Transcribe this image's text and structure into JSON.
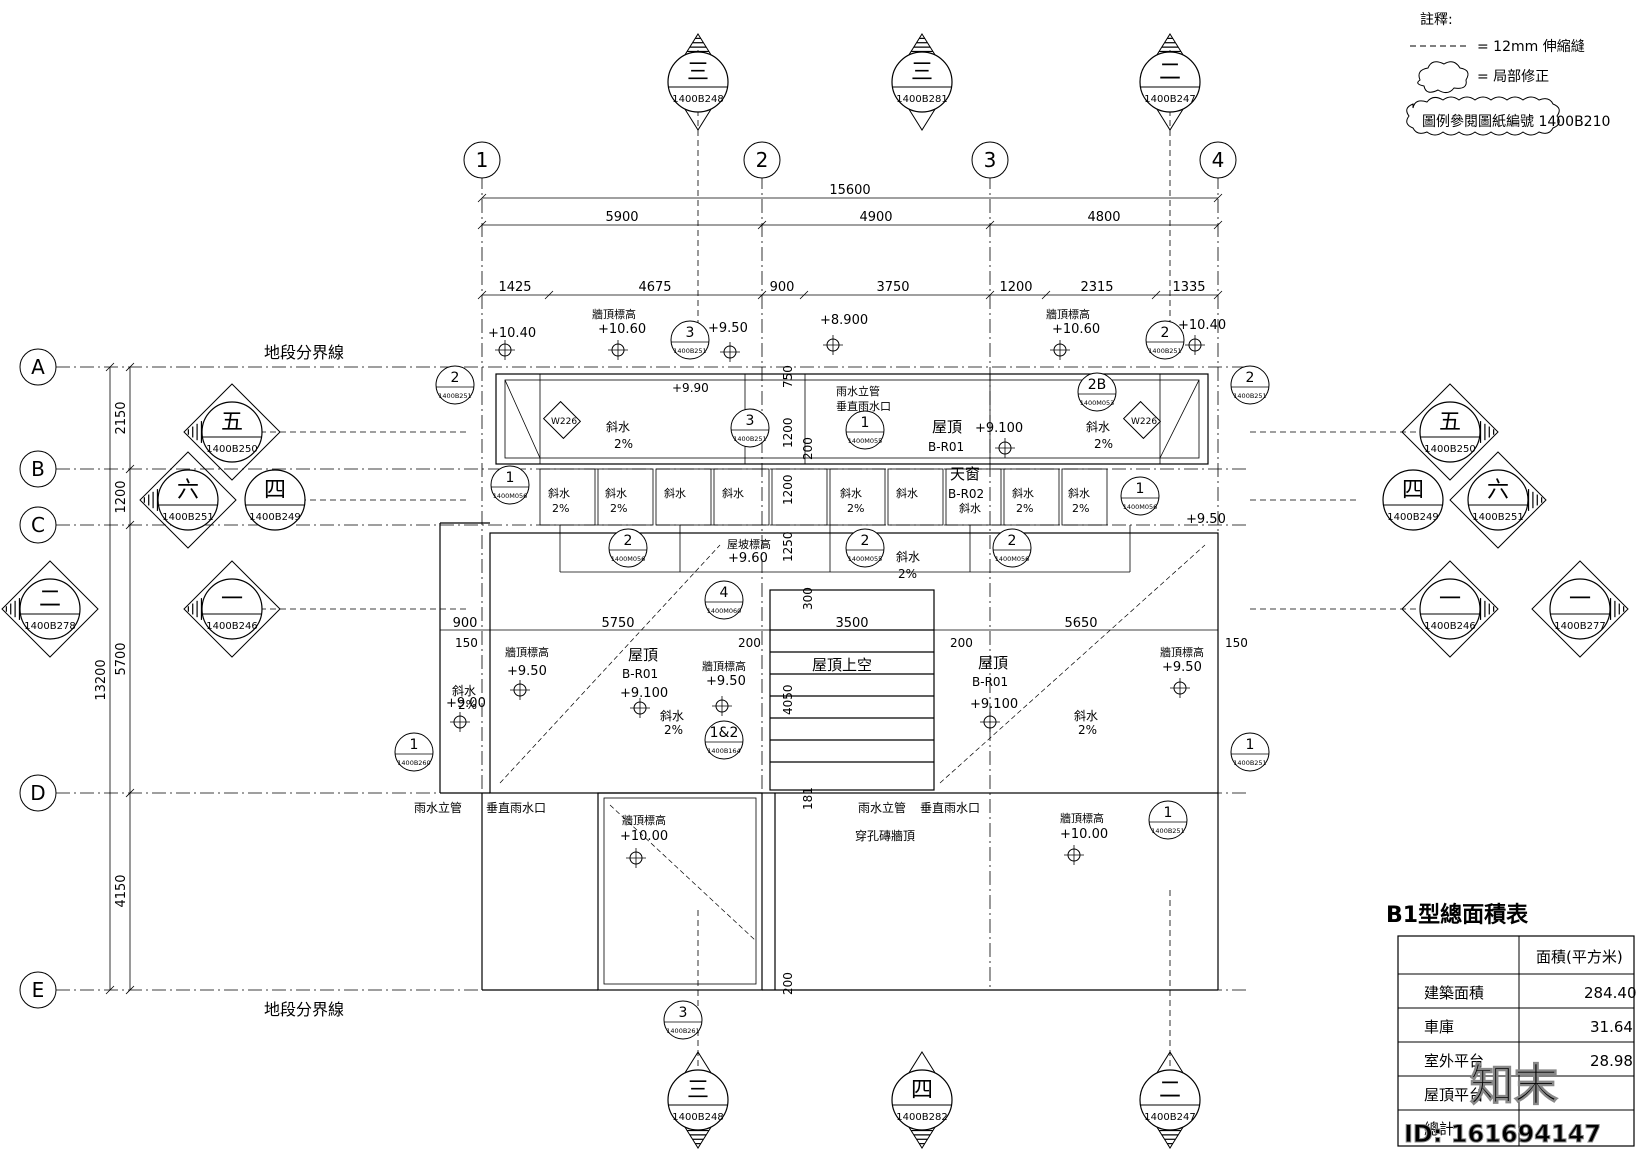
{
  "notes": {
    "title": "註釋:",
    "joint": "= 12mm 伸縮縫",
    "revision": "= 局部修正",
    "legend_ref": "圖例參閱圖紙編號 1400B210"
  },
  "grid": {
    "columns": [
      "1",
      "2",
      "3",
      "4"
    ],
    "rows": [
      "A",
      "B",
      "C",
      "D",
      "E"
    ]
  },
  "dimensions": {
    "overall": "15600",
    "bays": [
      "5900",
      "4900",
      "4800"
    ],
    "sub": [
      "1425",
      "4675",
      "900",
      "3750",
      "1200",
      "2315",
      "1335"
    ],
    "left_total": "13200",
    "left_rows": [
      "2150",
      "1200",
      "5700",
      "4150"
    ],
    "inner": [
      "900",
      "5750",
      "3500",
      "5650"
    ],
    "small": [
      "150",
      "200",
      "200",
      "150",
      "750",
      "1200",
      "200",
      "1200",
      "1250",
      "300",
      "4050",
      "181",
      "200"
    ]
  },
  "boundary_label": "地段分界線",
  "elev_markers": [
    {
      "id": "elev-top-left",
      "numeral": "三",
      "ref": "1400B248"
    },
    {
      "id": "elev-top-mid",
      "numeral": "三",
      "ref": "1400B281"
    },
    {
      "id": "elev-top-right",
      "numeral": "二",
      "ref": "1400B247"
    },
    {
      "id": "elev-left-row1",
      "numeral": "五",
      "ref": "1400B250"
    },
    {
      "id": "elev-right-row1",
      "numeral": "五",
      "ref": "1400B250"
    },
    {
      "id": "elev-left-a",
      "numeral": "六",
      "ref": "1400B251"
    },
    {
      "id": "elev-left-b",
      "numeral": "四",
      "ref": "1400B249"
    },
    {
      "id": "elev-right-a",
      "numeral": "四",
      "ref": "1400B249"
    },
    {
      "id": "elev-right-b",
      "numeral": "六",
      "ref": "1400B251"
    },
    {
      "id": "elev-left-far",
      "numeral": "二",
      "ref": "1400B278"
    },
    {
      "id": "elev-left-row3",
      "numeral": "一",
      "ref": "1400B246"
    },
    {
      "id": "elev-right-row3",
      "numeral": "一",
      "ref": "1400B246"
    },
    {
      "id": "elev-right-far",
      "numeral": "一",
      "ref": "1400B277"
    },
    {
      "id": "elev-bot-left",
      "numeral": "三",
      "ref": "1400B248"
    },
    {
      "id": "elev-bot-mid",
      "numeral": "四",
      "ref": "1400B282"
    },
    {
      "id": "elev-bot-right",
      "numeral": "二",
      "ref": "1400B247"
    }
  ],
  "detail_bubbles": [
    {
      "num": "2",
      "ref": "1400B251"
    },
    {
      "num": "2",
      "ref": "1400B251"
    },
    {
      "num": "3",
      "ref": "1400B251"
    },
    {
      "num": "3",
      "ref": "1400B251"
    },
    {
      "num": "2",
      "ref": "1400B251"
    },
    {
      "num": "1",
      "ref": "1400M056"
    },
    {
      "num": "1",
      "ref": "1400M055"
    },
    {
      "num": "2B",
      "ref": "1400M053"
    },
    {
      "num": "1",
      "ref": "1400M056"
    },
    {
      "num": "2",
      "ref": "1400M056"
    },
    {
      "num": "2",
      "ref": "1400M055"
    },
    {
      "num": "2",
      "ref": "1400M056"
    },
    {
      "num": "4",
      "ref": "1400M060"
    },
    {
      "num": "1&2",
      "ref": "1400B164"
    },
    {
      "num": "1",
      "ref": "1400B260"
    },
    {
      "num": "1",
      "ref": "1400B251"
    },
    {
      "num": "1",
      "ref": "1400B251"
    },
    {
      "num": "3",
      "ref": "1400B261"
    }
  ],
  "labels": {
    "parapet_top": "牆頂標高",
    "parapet_top_alt": "牆頂標高",
    "parapet_h": "屋坡標高",
    "lv_1040": "+10.40",
    "lv_1060": "+10.60",
    "lv_950": "+9.50",
    "lv_8900": "+8.900",
    "lv_990": "+9.90",
    "lv_9100": "+9.100",
    "lv_960": "+9.60",
    "lv_900": "+9.00",
    "lv_1000": "+10.00",
    "roof": "屋頂",
    "roof_code": "B-R01",
    "skylight": "天窗",
    "skylight_code": "B-R02",
    "roof_void": "屋頂上空",
    "slope": "斜水",
    "slope_pct": "2%",
    "w226": "W226",
    "downpipe": "雨水立管",
    "vertical_outlet": "垂直雨水口",
    "drain_text1": "雨水立管",
    "drain_text2": "垂直雨水口",
    "wall_thru": "穿孔磚牆頂"
  },
  "area_table": {
    "title": "B1型總面積表",
    "header": "面積(平方米)",
    "rows": [
      {
        "label": "建築面積",
        "value": "284.40"
      },
      {
        "label": "車庫",
        "value": "31.64"
      },
      {
        "label": "室外平台",
        "value": "28.98"
      },
      {
        "label": "屋頂平台",
        "value": ""
      },
      {
        "label": "總計",
        "value": ""
      }
    ]
  },
  "watermark": {
    "logo": "知末",
    "id": "ID: 161694147"
  }
}
